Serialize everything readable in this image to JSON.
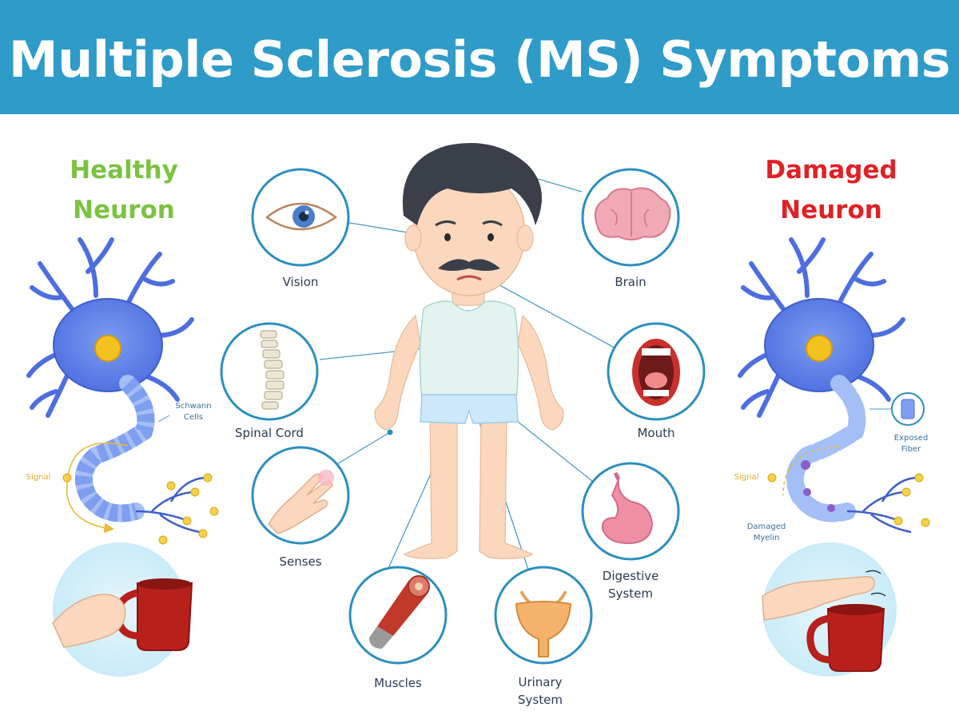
{
  "title": "Multiple Sclerosis (MS) Symptoms",
  "colors": {
    "banner": "#2e9bc9",
    "healthy_heading": "#7cc242",
    "damaged_heading": "#e02125",
    "circle_border": "#2b8fbf",
    "label_text": "#2b3a55"
  },
  "left_panel": {
    "heading_line1": "Healthy",
    "heading_line2": "Neuron",
    "schwann_line1": "Schwann",
    "schwann_line2": "Cells",
    "signal": "Signal"
  },
  "right_panel": {
    "heading_line1": "Damaged",
    "heading_line2": "Neuron",
    "exposed_line1": "Exposed",
    "exposed_line2": "Fiber",
    "signal": "Signal",
    "damaged_line1": "Damaged",
    "damaged_line2": "Myelin"
  },
  "symptoms": {
    "vision": "Vision",
    "brain": "Brain",
    "spinal_cord": "Spinal Cord",
    "mouth": "Mouth",
    "senses": "Senses",
    "digestive_line1": "Digestive",
    "digestive_line2": "System",
    "muscles": "Muscles",
    "urinary_line1": "Urinary",
    "urinary_line2": "System"
  },
  "icons": {
    "vision": "eye-icon",
    "brain": "brain-icon",
    "spinal_cord": "spine-icon",
    "mouth": "mouth-icon",
    "senses": "hand-icon",
    "digestive": "stomach-icon",
    "muscles": "muscle-icon",
    "urinary": "bladder-icon"
  }
}
